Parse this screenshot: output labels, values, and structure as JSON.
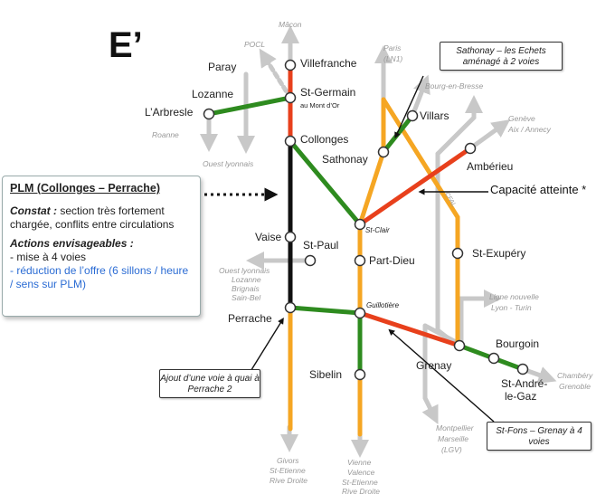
{
  "slide_label": "E’",
  "plm_box": {
    "title": "PLM (Collonges – Perrache)",
    "constat_label": "Constat :",
    "constat_text": "section très fortement chargée, conflits entre circulations",
    "actions_label": "Actions envisageables :",
    "action_1": "- mise à 4 voies",
    "action_2": "- réduction de l’offre (6 sillons / heure / sens sur PLM)"
  },
  "callouts": {
    "sathonay": "Sathonay – les Echets aménagé à 2 voies",
    "perrache": "Ajout d’une voie à quai à Perrache 2",
    "stfons": "St-Fons – Grenay à 4 voies"
  },
  "capacity_label": "Capacité atteinte *",
  "stations": {
    "villefranche": "Villefranche",
    "paray": "Paray",
    "lozanne": "Lozanne",
    "larbresle": "L’Arbresle",
    "stgermain": "St-Germain",
    "stgermain_sub": "au Mont d’Or",
    "collonges": "Collonges",
    "sathonay": "Sathonay",
    "villars": "Villars",
    "amberieu": "Ambérieu",
    "stclair": "St-Clair",
    "vaise": "Vaise",
    "stpaul": "St-Paul",
    "partdieu": "Part-Dieu",
    "perrache": "Perrache",
    "guillotiere": "Guillotière",
    "stexupery": "St-Exupéry",
    "bourgoin": "Bourgoin",
    "grenay": "Grenay",
    "sibelin": "Sibelin",
    "standre": "St-André-",
    "standre_2": "le-Gaz"
  },
  "destinations": {
    "macon": "Mâcon",
    "pocl": "POCL",
    "paris": "Paris",
    "paris_2": "(LN1)",
    "bourg": "Bourg-en-Bresse",
    "geneve": "Genève",
    "geneve_2": "Aix / Annecy",
    "roanne": "Roanne",
    "ouest_lyonnais": "Ouest lyonnais",
    "oul_1": "Ouest lyonnais",
    "oul_2": "Lozanne",
    "oul_3": "Brignais",
    "oul_4": "Sain-Bel",
    "lyon_turin": "Ligne nouvelle",
    "lyon_turin_2": "Lyon - Turin",
    "chambery": "Chambéry",
    "chambery_2": "Grenoble",
    "montpellier": "Montpellier",
    "montpellier_2": "Marseille",
    "montpellier_3": "(LGV)",
    "givors": "Givors",
    "givors_2": "St-Etienne",
    "givors_3": "Rive Droite",
    "vienne": "Vienne",
    "vienne_2": "Valence",
    "vienne_3": "St-Etienne",
    "vienne_4": "Rive Droite",
    "cfal": "CFAL"
  },
  "colors": {
    "orange": "#f5a623",
    "red": "#e8401c",
    "green": "#2e8b1f",
    "black": "#111111",
    "grey": "#c8c8c8",
    "blue_text": "#2b6cd4"
  }
}
